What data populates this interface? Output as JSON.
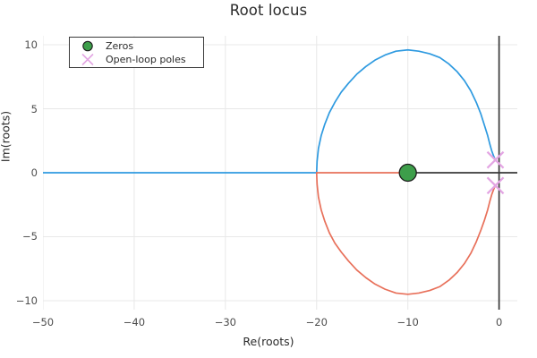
{
  "chart_data": {
    "type": "line",
    "title": "Root locus",
    "xlabel": "Re(roots)",
    "ylabel": "Im(roots)",
    "xlim": [
      -50,
      2
    ],
    "ylim": [
      -10.7,
      10.7
    ],
    "xticks": [
      -50,
      -40,
      -30,
      -20,
      -10,
      0
    ],
    "xticklabels": [
      "−50",
      "−40",
      "−30",
      "−20",
      "−10",
      "0"
    ],
    "yticks": [
      -10,
      -5,
      0,
      5,
      10
    ],
    "yticklabels": [
      "−10",
      "−5",
      "0",
      "5",
      "10"
    ],
    "grid": true,
    "legend_position": "upper left",
    "legend": [
      {
        "label": "Zeros",
        "marker": "filled-circle",
        "color": "#3d9e4a"
      },
      {
        "label": "Open-loop poles",
        "marker": "cross-x",
        "color": "#e3a5e3"
      }
    ],
    "series": [
      {
        "name": "branch-upper",
        "color": "#2e9ae0",
        "description": "Locus branch: real axis from -50 to -20, then upper half loop terminating at upper open-loop pole",
        "points": [
          [
            -50.0,
            0.0
          ],
          [
            -45.0,
            0.0
          ],
          [
            -40.0,
            0.0
          ],
          [
            -35.0,
            0.0
          ],
          [
            -30.0,
            0.0
          ],
          [
            -25.0,
            0.0
          ],
          [
            -22.0,
            0.0
          ],
          [
            -20.5,
            0.0
          ],
          [
            -20.0,
            0.0
          ],
          [
            -19.95,
            0.9
          ],
          [
            -19.8,
            1.9
          ],
          [
            -19.5,
            2.9
          ],
          [
            -19.1,
            3.8
          ],
          [
            -18.6,
            4.7
          ],
          [
            -18.0,
            5.5
          ],
          [
            -17.3,
            6.3
          ],
          [
            -16.5,
            7.0
          ],
          [
            -15.6,
            7.7
          ],
          [
            -14.6,
            8.3
          ],
          [
            -13.6,
            8.8
          ],
          [
            -12.5,
            9.2
          ],
          [
            -11.3,
            9.5
          ],
          [
            -10.0,
            9.6
          ],
          [
            -8.8,
            9.5
          ],
          [
            -7.6,
            9.3
          ],
          [
            -6.5,
            9.0
          ],
          [
            -5.5,
            8.5
          ],
          [
            -4.6,
            7.9
          ],
          [
            -3.8,
            7.2
          ],
          [
            -3.1,
            6.4
          ],
          [
            -2.5,
            5.5
          ],
          [
            -2.0,
            4.6
          ],
          [
            -1.6,
            3.7
          ],
          [
            -1.25,
            2.9
          ],
          [
            -1.0,
            2.2
          ],
          [
            -0.8,
            1.7
          ],
          [
            -0.62,
            1.35
          ],
          [
            -0.5,
            1.15
          ],
          [
            -0.42,
            1.03
          ],
          [
            -0.4,
            1.0
          ]
        ]
      },
      {
        "name": "branch-lower",
        "color": "#e8705a",
        "description": "Locus branch: real axis from -20 to -10 (zero), then lower half loop terminating at lower open-loop pole",
        "points": [
          [
            -20.0,
            0.0
          ],
          [
            -19.95,
            -0.9
          ],
          [
            -19.8,
            -1.9
          ],
          [
            -19.5,
            -2.9
          ],
          [
            -19.1,
            -3.8
          ],
          [
            -18.6,
            -4.7
          ],
          [
            -18.0,
            -5.5
          ],
          [
            -17.3,
            -6.2
          ],
          [
            -16.5,
            -6.9
          ],
          [
            -15.6,
            -7.6
          ],
          [
            -14.6,
            -8.2
          ],
          [
            -13.6,
            -8.7
          ],
          [
            -12.5,
            -9.1
          ],
          [
            -11.3,
            -9.4
          ],
          [
            -10.0,
            -9.5
          ],
          [
            -8.8,
            -9.4
          ],
          [
            -7.6,
            -9.2
          ],
          [
            -6.5,
            -8.9
          ],
          [
            -5.5,
            -8.4
          ],
          [
            -4.6,
            -7.8
          ],
          [
            -3.8,
            -7.1
          ],
          [
            -3.1,
            -6.3
          ],
          [
            -2.5,
            -5.4
          ],
          [
            -2.0,
            -4.5
          ],
          [
            -1.6,
            -3.7
          ],
          [
            -1.25,
            -2.9
          ],
          [
            -1.0,
            -2.2
          ],
          [
            -0.8,
            -1.7
          ],
          [
            -0.62,
            -1.35
          ],
          [
            -0.5,
            -1.15
          ],
          [
            -0.42,
            -1.03
          ],
          [
            -0.4,
            -1.0
          ]
        ]
      },
      {
        "name": "real-axis-segment",
        "color": "#e8705a",
        "description": "Real axis locus segment between breakaway point and the zero at -10",
        "points": [
          [
            -20.0,
            0.0
          ],
          [
            -10.0,
            0.0
          ]
        ]
      }
    ],
    "zeros": [
      [
        -10.0,
        0.0
      ]
    ],
    "poles": [
      [
        -0.4,
        1.0
      ],
      [
        -0.4,
        -1.0
      ]
    ],
    "axis_lines": {
      "real_axis_color": "#3a3a3a",
      "imag_axis_color": "#3a3a3a",
      "real_axis_from": [
        -10.0,
        0.0
      ],
      "real_axis_to": [
        2.0,
        0.0
      ],
      "imag_axis_x": 0.0
    },
    "marker_colors": {
      "zero_fill": "#3d9e4a",
      "zero_edge": "#1c1c1c",
      "pole": "#e3a5e3"
    },
    "grid_color": "#e8e8e8",
    "background": "#ffffff"
  }
}
